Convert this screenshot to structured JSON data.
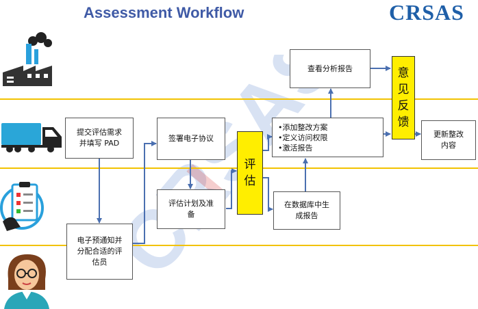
{
  "title": "Assessment Workflow",
  "logo": "CRSAS",
  "watermark": "CRSAS",
  "colors": {
    "title": "#3f5aa6",
    "logo": "#1f5fa8",
    "lane": "#f2c200",
    "highlight": "#ffee00",
    "arrow": "#4a6fb0"
  },
  "icons": {
    "factory": "factory-icon",
    "truck": "truck-icon",
    "clipboard": "clipboard-icon",
    "assessor": "assessor-icon"
  },
  "boxes": {
    "submit": "提交评估需求\n并填写 PAD",
    "sign": "签署电子协议",
    "plan": "评估计划及准\n备",
    "notify": "电子预通知并\n分配合适的评\n估员",
    "assess": "评\n估",
    "report_db": "在数据库中生\n成报告",
    "actions": [
      "添加整改方案",
      "定义访问权限",
      "激活报告"
    ],
    "view": "查看分析报告",
    "feedback": "意\n见\n反\n馈",
    "update": "更新整改\n内容"
  }
}
